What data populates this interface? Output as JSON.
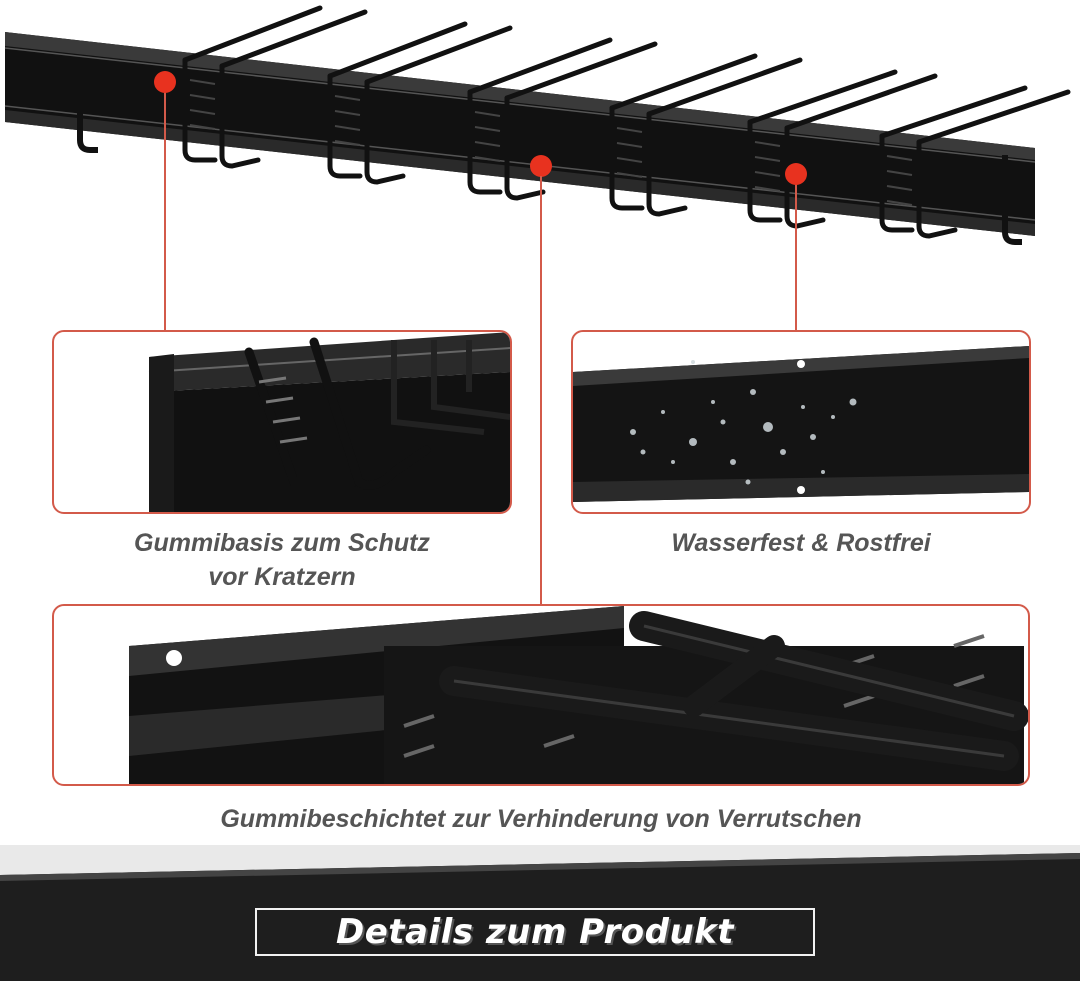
{
  "captions": {
    "rubber_base_line1": "Gummibasis zum Schutz",
    "rubber_base_line2": "vor Kratzern",
    "waterproof": "Wasserfest & Rostfrei",
    "rubber_coated": "Gummibeschichtet zur Verhinderung von Verrutschen"
  },
  "footer": {
    "title": "Details zum Produkt"
  },
  "colors": {
    "accent": "#d35a4a",
    "marker": "#e8321f",
    "product": "#111111",
    "caption": "#555555",
    "footer_bg": "#1e1e1e"
  }
}
